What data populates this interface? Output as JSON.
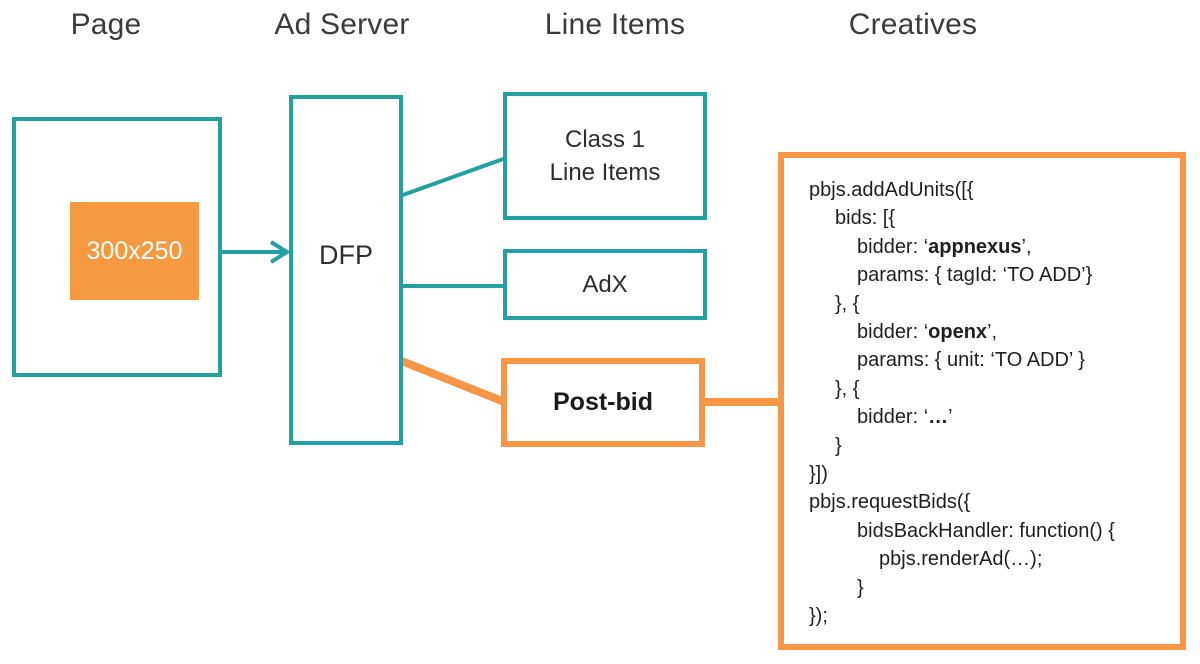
{
  "headers": {
    "page": "Page",
    "ad_server": "Ad Server",
    "line_items": "Line Items",
    "creatives": "Creatives"
  },
  "page_column": {
    "ad_slot_label": "300x250"
  },
  "ad_server_column": {
    "dfp_label": "DFP"
  },
  "line_items_column": {
    "class1_line1": "Class 1",
    "class1_line2": "Line Items",
    "adx_label": "AdX",
    "postbid_label": "Post-bid"
  },
  "creatives": {
    "code_lines": [
      {
        "text": "pbjs.addAdUnits([{"
      },
      {
        "text": "bids: [{"
      },
      {
        "pre": "bidder: ‘",
        "bold": "appnexus",
        "post": "’,"
      },
      {
        "text": "params: { tagId: ‘TO ADD’}"
      },
      {
        "text": "}, {"
      },
      {
        "pre": "bidder: ‘",
        "bold": "openx",
        "post": "’,"
      },
      {
        "text": "params: { unit: ‘TO ADD’ }"
      },
      {
        "text": "}, {"
      },
      {
        "pre": "bidder: ‘",
        "bold": "…",
        "post": "’"
      },
      {
        "text": "}"
      },
      {
        "text": "}])"
      },
      {
        "text": "pbjs.requestBids({"
      },
      {
        "text": "bidsBackHandler: function() {"
      },
      {
        "text": "pbjs.renderAd(…);"
      },
      {
        "text": "}"
      },
      {
        "text": "});"
      }
    ]
  },
  "colors": {
    "teal": "#23a0a0",
    "orange": "#f79646",
    "slot_fill": "#f59a40",
    "heading_text": "#3b3b3b",
    "code_text": "#1f1f1f",
    "slot_text": "#ffffff"
  }
}
